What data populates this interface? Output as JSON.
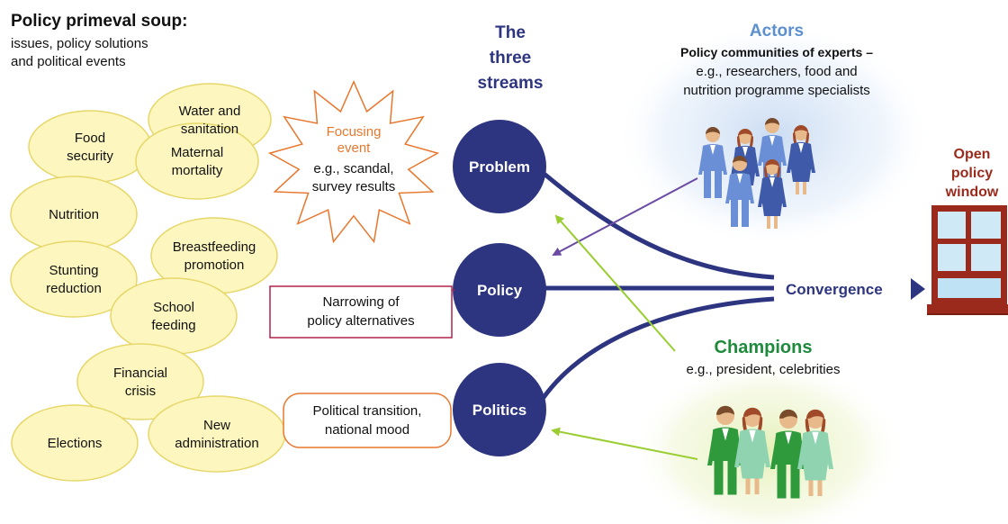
{
  "soup": {
    "title": "Policy primeval soup:",
    "subtitle_line1": "issues, policy solutions",
    "subtitle_line2": "and political events",
    "issues": [
      {
        "lines": [
          "Food",
          "security"
        ]
      },
      {
        "lines": [
          "Water and",
          "sanitation"
        ]
      },
      {
        "lines": [
          "Maternal",
          "mortality"
        ]
      },
      {
        "lines": [
          "Nutrition"
        ]
      },
      {
        "lines": [
          "Breastfeeding",
          "promotion"
        ]
      },
      {
        "lines": [
          "Stunting",
          "reduction"
        ]
      },
      {
        "lines": [
          "School",
          "feeding"
        ]
      },
      {
        "lines": [
          "Financial",
          "crisis"
        ]
      },
      {
        "lines": [
          "New",
          "administration"
        ]
      },
      {
        "lines": [
          "Elections"
        ]
      }
    ]
  },
  "focusing_event": {
    "line1": "Focusing",
    "line2": "event",
    "line3": "e.g., scandal,",
    "line4": "survey results"
  },
  "streams": {
    "header_line1": "The",
    "header_line2": "three",
    "header_line3": "streams",
    "problem": "Problem",
    "policy": "Policy",
    "politics": "Politics"
  },
  "narrowing": {
    "line1": "Narrowing of",
    "line2": "policy alternatives"
  },
  "political_transition": {
    "line1": "Political transition,",
    "line2": "national mood"
  },
  "actors": {
    "title": "Actors",
    "line1": "Policy communities of experts –",
    "line2": "e.g., researchers, food and",
    "line3": "nutrition programme specialists"
  },
  "champions": {
    "title": "Champions",
    "line1": "e.g., president, celebrities"
  },
  "convergence": "Convergence",
  "window": {
    "line1": "Open",
    "line2": "policy",
    "line3": "window"
  },
  "colors": {
    "navy": "#2e3580",
    "ellipse_fill": "#fdf7bf",
    "ellipse_stroke": "#e6d76a",
    "orange": "#e8772e",
    "crimson": "#b0244a",
    "actors_blue": "#5b8fd0",
    "champions_green": "#1e8a3c",
    "window_red": "#9b2a1c",
    "purple": "#6a4aa3",
    "lime": "#9acd32"
  }
}
